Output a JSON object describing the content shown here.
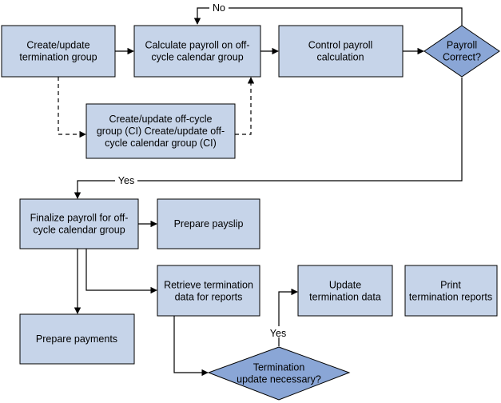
{
  "diagram": {
    "nodes": {
      "create_termination_group": [
        "Create/update",
        "termination group"
      ],
      "calculate_payroll": [
        "Calculate payroll on off-",
        "cycle calendar group"
      ],
      "control_payroll": [
        "Control payroll",
        "calculation"
      ],
      "payroll_correct": [
        "Payroll",
        "Correct?"
      ],
      "create_offcycle_group": [
        "Create/update off-cycle",
        "group (CI) Create/update off-",
        "cycle calendar group (CI)"
      ],
      "finalize_payroll": [
        "Finalize payroll for off-",
        "cycle calendar group"
      ],
      "prepare_payslip": [
        "Prepare payslip"
      ],
      "retrieve_termination_data": [
        "Retrieve termination",
        "data for reports"
      ],
      "update_termination_data": [
        "Update",
        "termination data"
      ],
      "print_termination_reports": [
        "Print",
        "termination reports"
      ],
      "prepare_payments": [
        "Prepare payments"
      ],
      "termination_update_necessary": [
        "Termination",
        "update necessary?"
      ]
    },
    "edge_labels": {
      "no": "No",
      "yes_finalize": "Yes",
      "yes_update": "Yes"
    }
  }
}
